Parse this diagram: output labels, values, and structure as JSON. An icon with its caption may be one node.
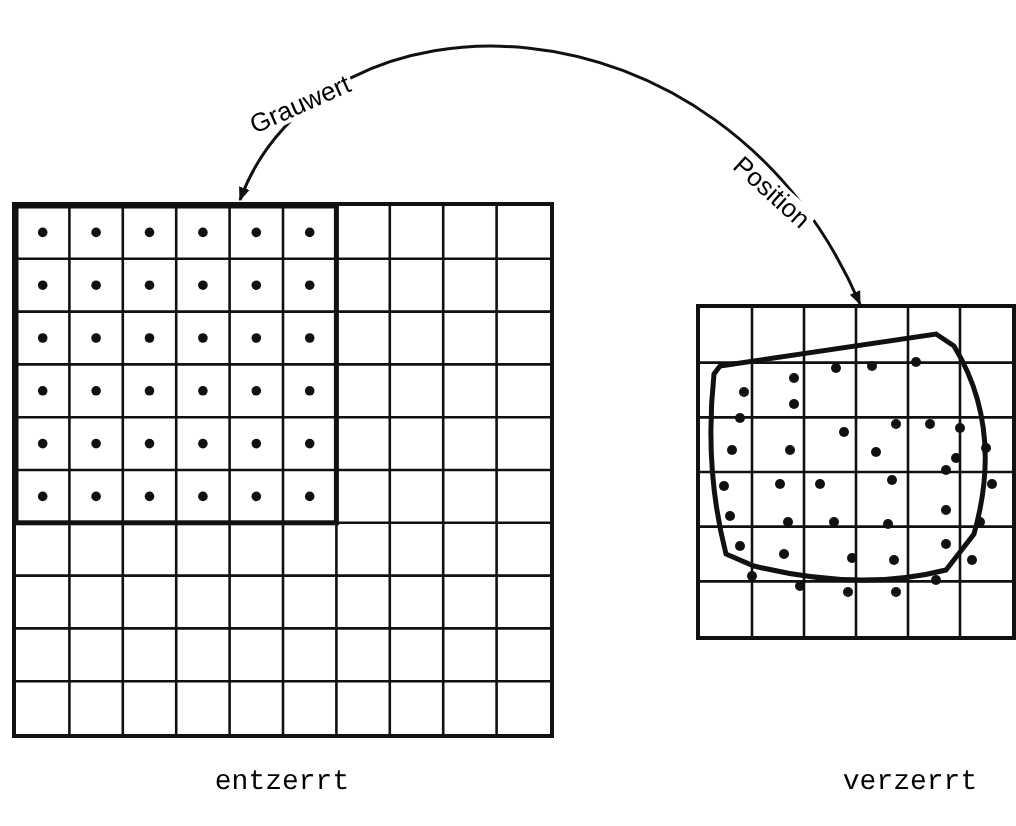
{
  "diagram": {
    "nodes": [
      {
        "text": [],
        "shape": "grid",
        "beside": [
          "entzerrt"
        ]
      },
      {
        "text": [],
        "shape": "grid"
      }
    ],
    "edges": [
      {
        "from": 0,
        "to": 1,
        "arrow": "both",
        "label": "Grauwert"
      }
    ],
    "labels": [
      "Position",
      "verzerrt"
    ]
  }
}
